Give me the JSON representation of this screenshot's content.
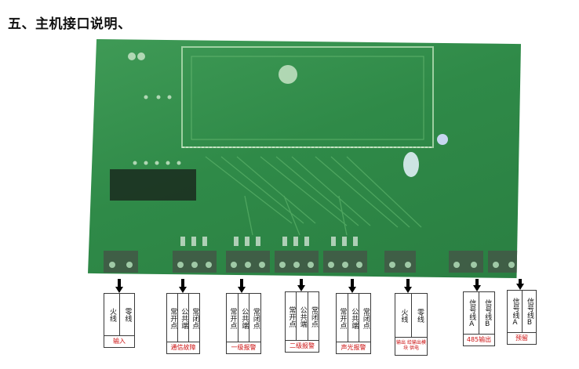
{
  "title": "五、主机接口说明、",
  "colors": {
    "board": "#2f8a48",
    "caption": "#cc1111",
    "frame": "#3a3a3a"
  },
  "interfaces": [
    {
      "caption": "输入",
      "cols": [
        "火线",
        "零线"
      ]
    },
    {
      "caption": "通信故障",
      "cols": [
        "常开点",
        "公共端",
        "常闭点"
      ]
    },
    {
      "caption": "一级报警",
      "cols": [
        "常开点",
        "公共端",
        "常闭点"
      ]
    },
    {
      "caption": "二级报警",
      "cols": [
        "常开点",
        "公共端",
        "常闭点"
      ]
    },
    {
      "caption": "声光报警",
      "cols": [
        "常开点",
        "公共端",
        "常闭点"
      ]
    },
    {
      "caption": "输出 给输出模块 供电",
      "cols": [
        "火线",
        "零线"
      ]
    },
    {
      "caption": "485输出",
      "cols": [
        "信号线A",
        "信号线B"
      ]
    },
    {
      "caption": "预留",
      "cols": [
        "信号线A",
        "信号线B"
      ]
    }
  ]
}
